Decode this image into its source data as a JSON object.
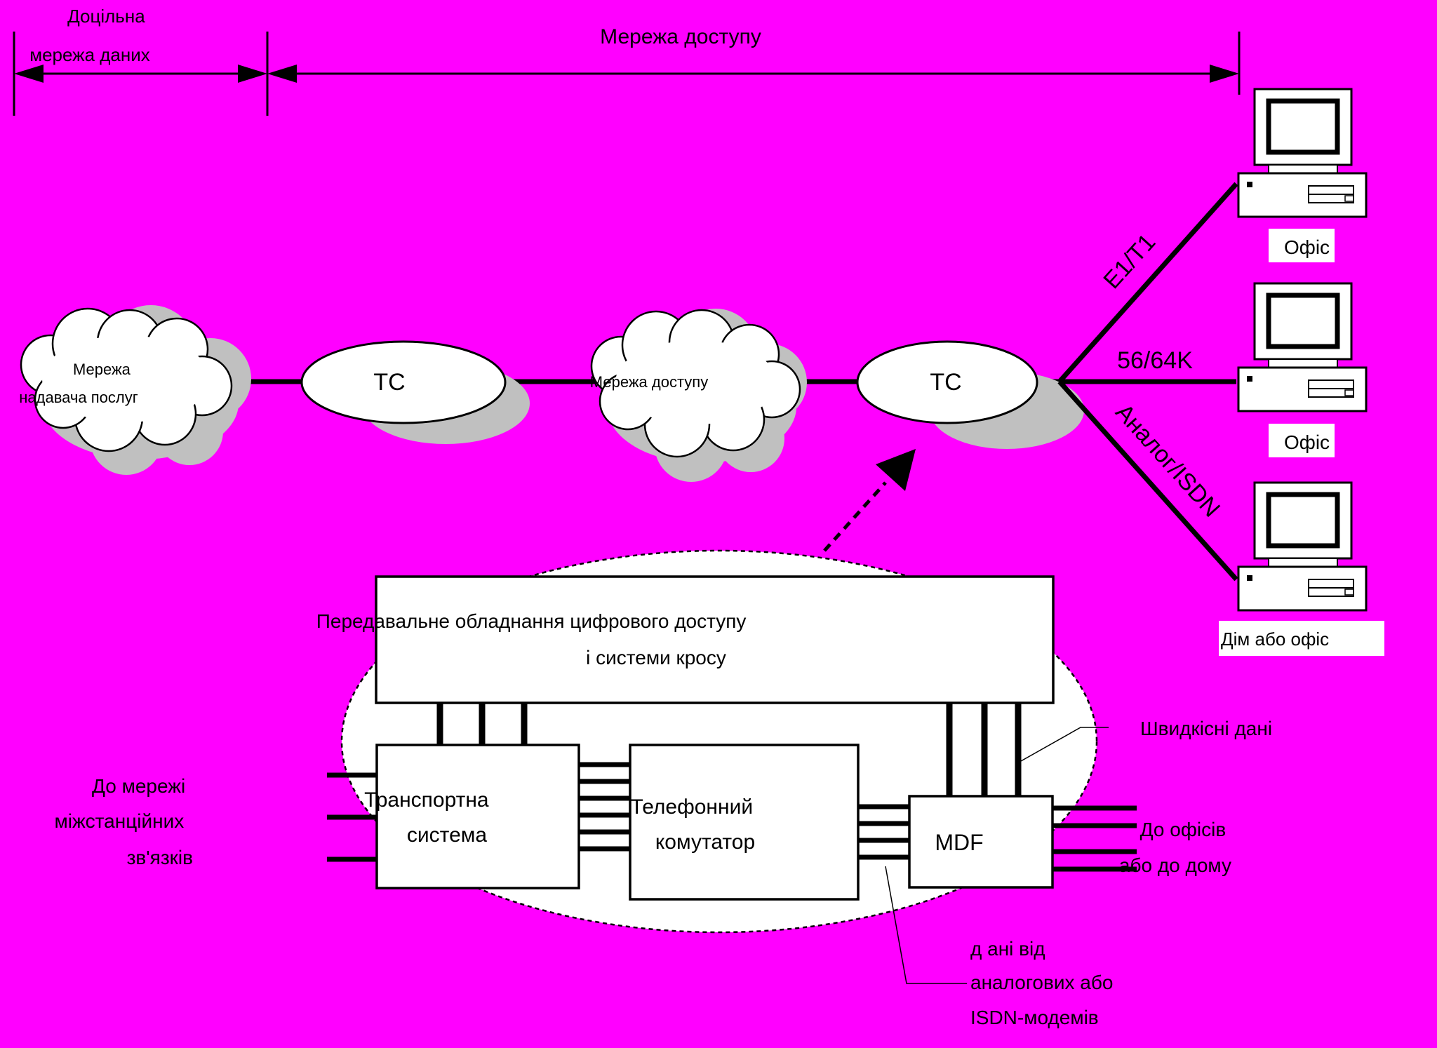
{
  "colors": {
    "background": "#FF00FF",
    "ink": "#000000",
    "shadow": "#C0C0C0",
    "box": "#FFFFFF"
  },
  "header": {
    "local_network": [
      "Доцільна",
      "мережа даних"
    ],
    "access_network": "Мережа доступу"
  },
  "clouds": {
    "provider": [
      "Мережа",
      "надавача послуг"
    ],
    "access": "Мережа доступу"
  },
  "tc_nodes": [
    "TC",
    "TC"
  ],
  "links": {
    "e1": "E1/T1",
    "k56": "56/64K",
    "analog": "Аналог/ISDN"
  },
  "computers": {
    "office1": "Офіс",
    "office2": "Офіс",
    "home_office": "Дім або офіс",
    "icons": [
      "computer-icon",
      "computer-icon",
      "computer-icon"
    ]
  },
  "equipment": {
    "top_box": [
      "Передавальне обладнання цифрового доступу",
      "і системи кросу"
    ],
    "transport": [
      "Транспортна",
      "система"
    ],
    "switch": [
      "Телефонний",
      "комутатор"
    ],
    "mdf": "MDF"
  },
  "annotations": {
    "interexchange": [
      "До мережі",
      "міжстанційних",
      "зв'язків"
    ],
    "highspeed": "Швидкісні дані",
    "to_offices": [
      "До офісів",
      "або до дому"
    ],
    "modem_data": [
      "д  ані від",
      "аналогових або",
      "ISDN-модемів"
    ]
  }
}
